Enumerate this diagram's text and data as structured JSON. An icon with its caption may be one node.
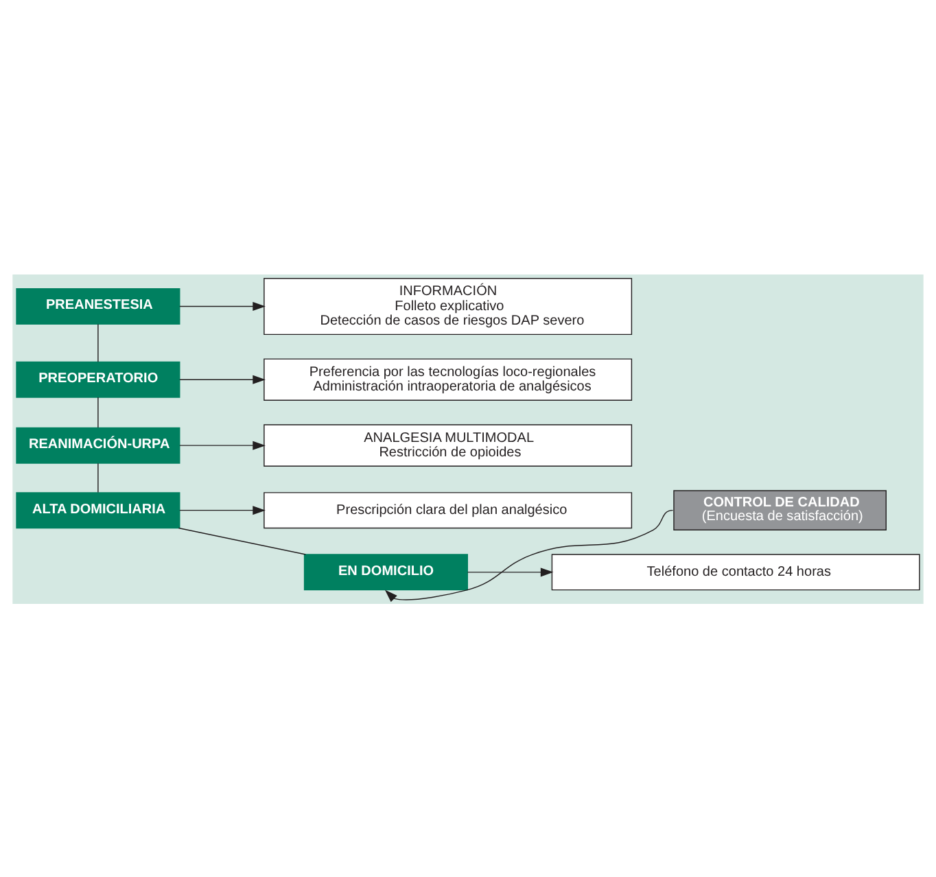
{
  "diagram": {
    "nodes": [
      {
        "text": [
          "PREANESTESIA"
        ]
      },
      {
        "text": [
          "PREOPERATORIO"
        ]
      },
      {
        "text": [
          "REANIMACIÓN-URPA"
        ]
      },
      {
        "text": [
          "ALTA DOMICILIARIA"
        ]
      },
      {
        "text": [
          "EN DOMICILIO"
        ]
      },
      {
        "text": [
          "INFORMACIÓN",
          "Folleto explicativo",
          "Detección de casos de riesgos DAP severo"
        ]
      },
      {
        "text": [
          "Preferencia por las tecnologías loco-regionales",
          "Administración intraoperatoria de analgésicos"
        ]
      },
      {
        "text": [
          "ANALGESIA MULTIMODAL",
          "Restricción de opioides"
        ]
      },
      {
        "text": [
          "Prescripción clara del plan analgésico"
        ]
      },
      {
        "text": [
          "Teléfono de contacto 24 horas"
        ]
      },
      {
        "text": [
          "CONTROL DE CALIDAD",
          "(Encuesta de satisfacción)"
        ]
      }
    ],
    "edges": [
      {
        "from": 0,
        "to": 5,
        "arrow": "to"
      },
      {
        "from": 0,
        "to": 1,
        "arrow": "none"
      },
      {
        "from": 1,
        "to": 6,
        "arrow": "to"
      },
      {
        "from": 1,
        "to": 2,
        "arrow": "none"
      },
      {
        "from": 2,
        "to": 7,
        "arrow": "to"
      },
      {
        "from": 2,
        "to": 3,
        "arrow": "none"
      },
      {
        "from": 3,
        "to": 8,
        "arrow": "to"
      },
      {
        "from": 3,
        "to": 4,
        "arrow": "none"
      },
      {
        "from": 4,
        "to": 9,
        "arrow": "to"
      },
      {
        "from": 10,
        "to": 4,
        "arrow": "to"
      }
    ]
  }
}
